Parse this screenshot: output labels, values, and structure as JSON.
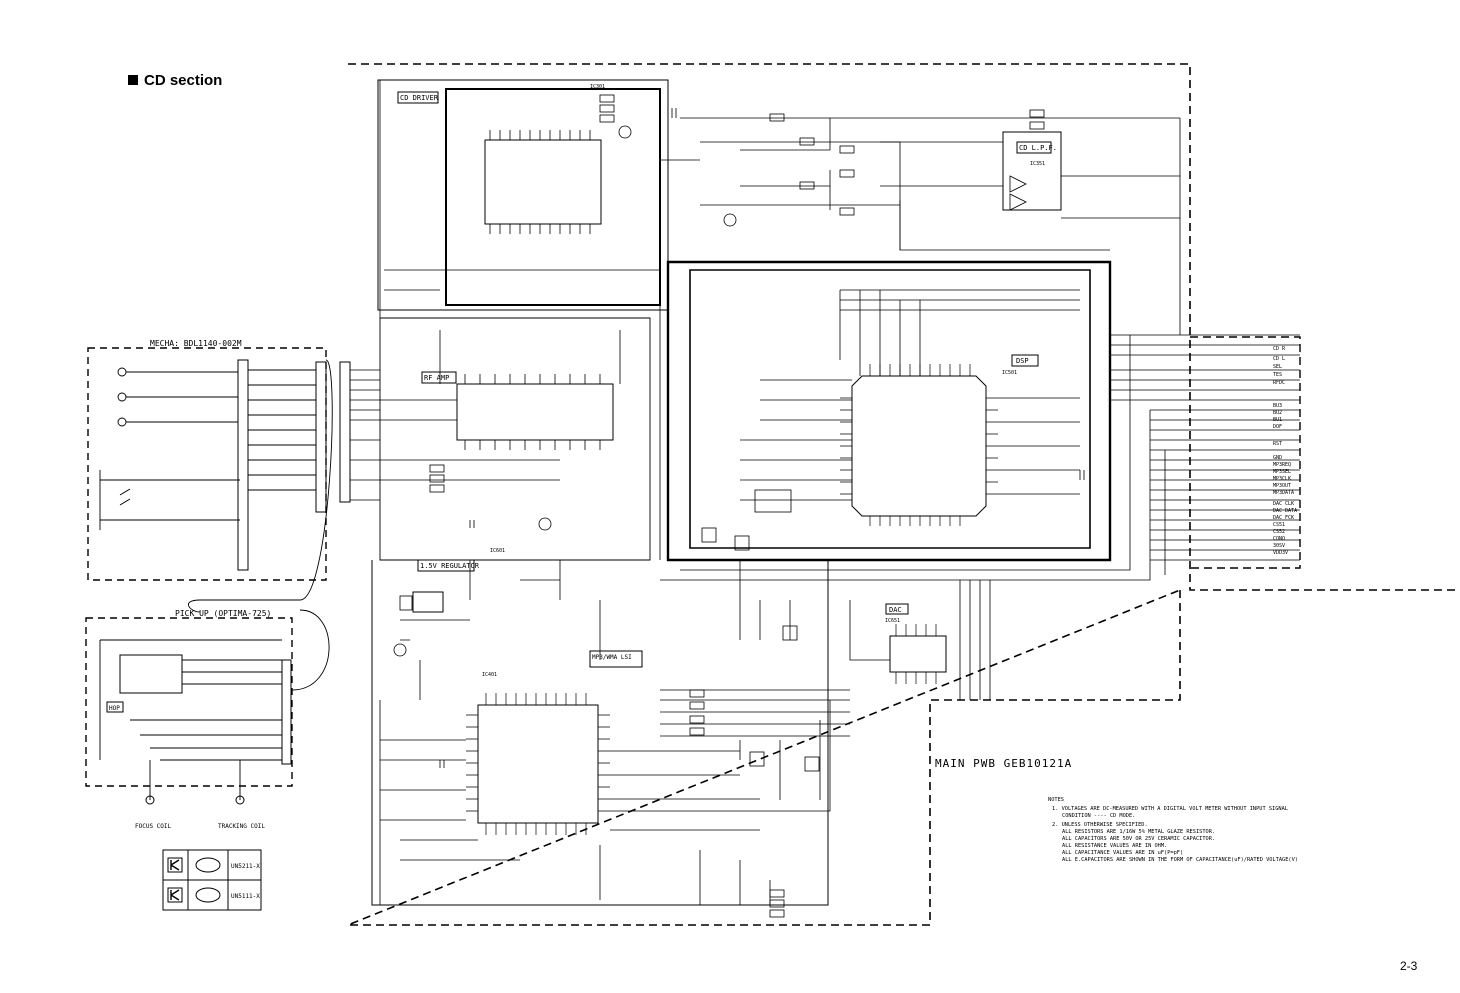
{
  "header": {
    "title": "CD section"
  },
  "page_number": "2-3",
  "blocks": {
    "cd_driver": "CD DRIVER",
    "mecha": "MECHA: BDL1140-002M",
    "pickup": "PICK UP  (OPTIMA-725)",
    "rf_amp": "RF AMP",
    "regulator": "1.5V REGULATOR",
    "dsp": "DSP",
    "cd_lpf": "CD L.P.F.",
    "dac": "DAC",
    "mp3": "MP3/WMA LSI",
    "main_pwb": "MAIN PWB GEB10121A",
    "hop": "HOP",
    "focus_coil": "FOCUS COIL",
    "tracking_coil": "TRACKING COIL"
  },
  "ics": {
    "ic301": "IC301",
    "ic351": "IC351",
    "ic401": "IC401",
    "ic501": "IC501",
    "ic601": "IC601",
    "ic651": "IC651"
  },
  "legend": {
    "row1": "UN5211-X",
    "row2": "UN5111-X"
  },
  "notes": {
    "title": "NOTES",
    "n1": "1. VOLTAGES ARE DC-MEASURED WITH A DIGITAL VOLT METER WITHOUT INPUT SIGNAL",
    "n1b": "CONDITION ---- CD MODE.",
    "n2": "2. UNLESS OTHERWISE SPECIFIED.",
    "n2a": "ALL RESISTORS ARE 1/16W 5% METAL GLAZE RESISTOR.",
    "n2b": "ALL CAPACITORS ARE 50V OR 25V CERAMIC CAPACITOR.",
    "n2c": "ALL RESISTANCE VALUES ARE IN OHM.",
    "n2d": "ALL CAPACITANCE VALUES ARE IN uF(P=pF)",
    "n2e": "ALL E.CAPACITORS ARE SHOWN IN THE FORM OF CAPACITANCE(uF)/RATED VOLTAGE(V)"
  },
  "signals": [
    "CD R",
    "CD L",
    "SEL",
    "TES",
    "RFDC",
    "BU3",
    "BU2",
    "BU1",
    "DOF",
    "RST",
    "GND",
    "MP3REQ",
    "MP3SEL",
    "MP3CLK",
    "MP3OUT",
    "MP3DATA",
    "DAC CLK",
    "DAC DATA",
    "DAC FCK",
    "CS51",
    "CS52",
    "CONO",
    "30SV",
    "VDD3V"
  ]
}
